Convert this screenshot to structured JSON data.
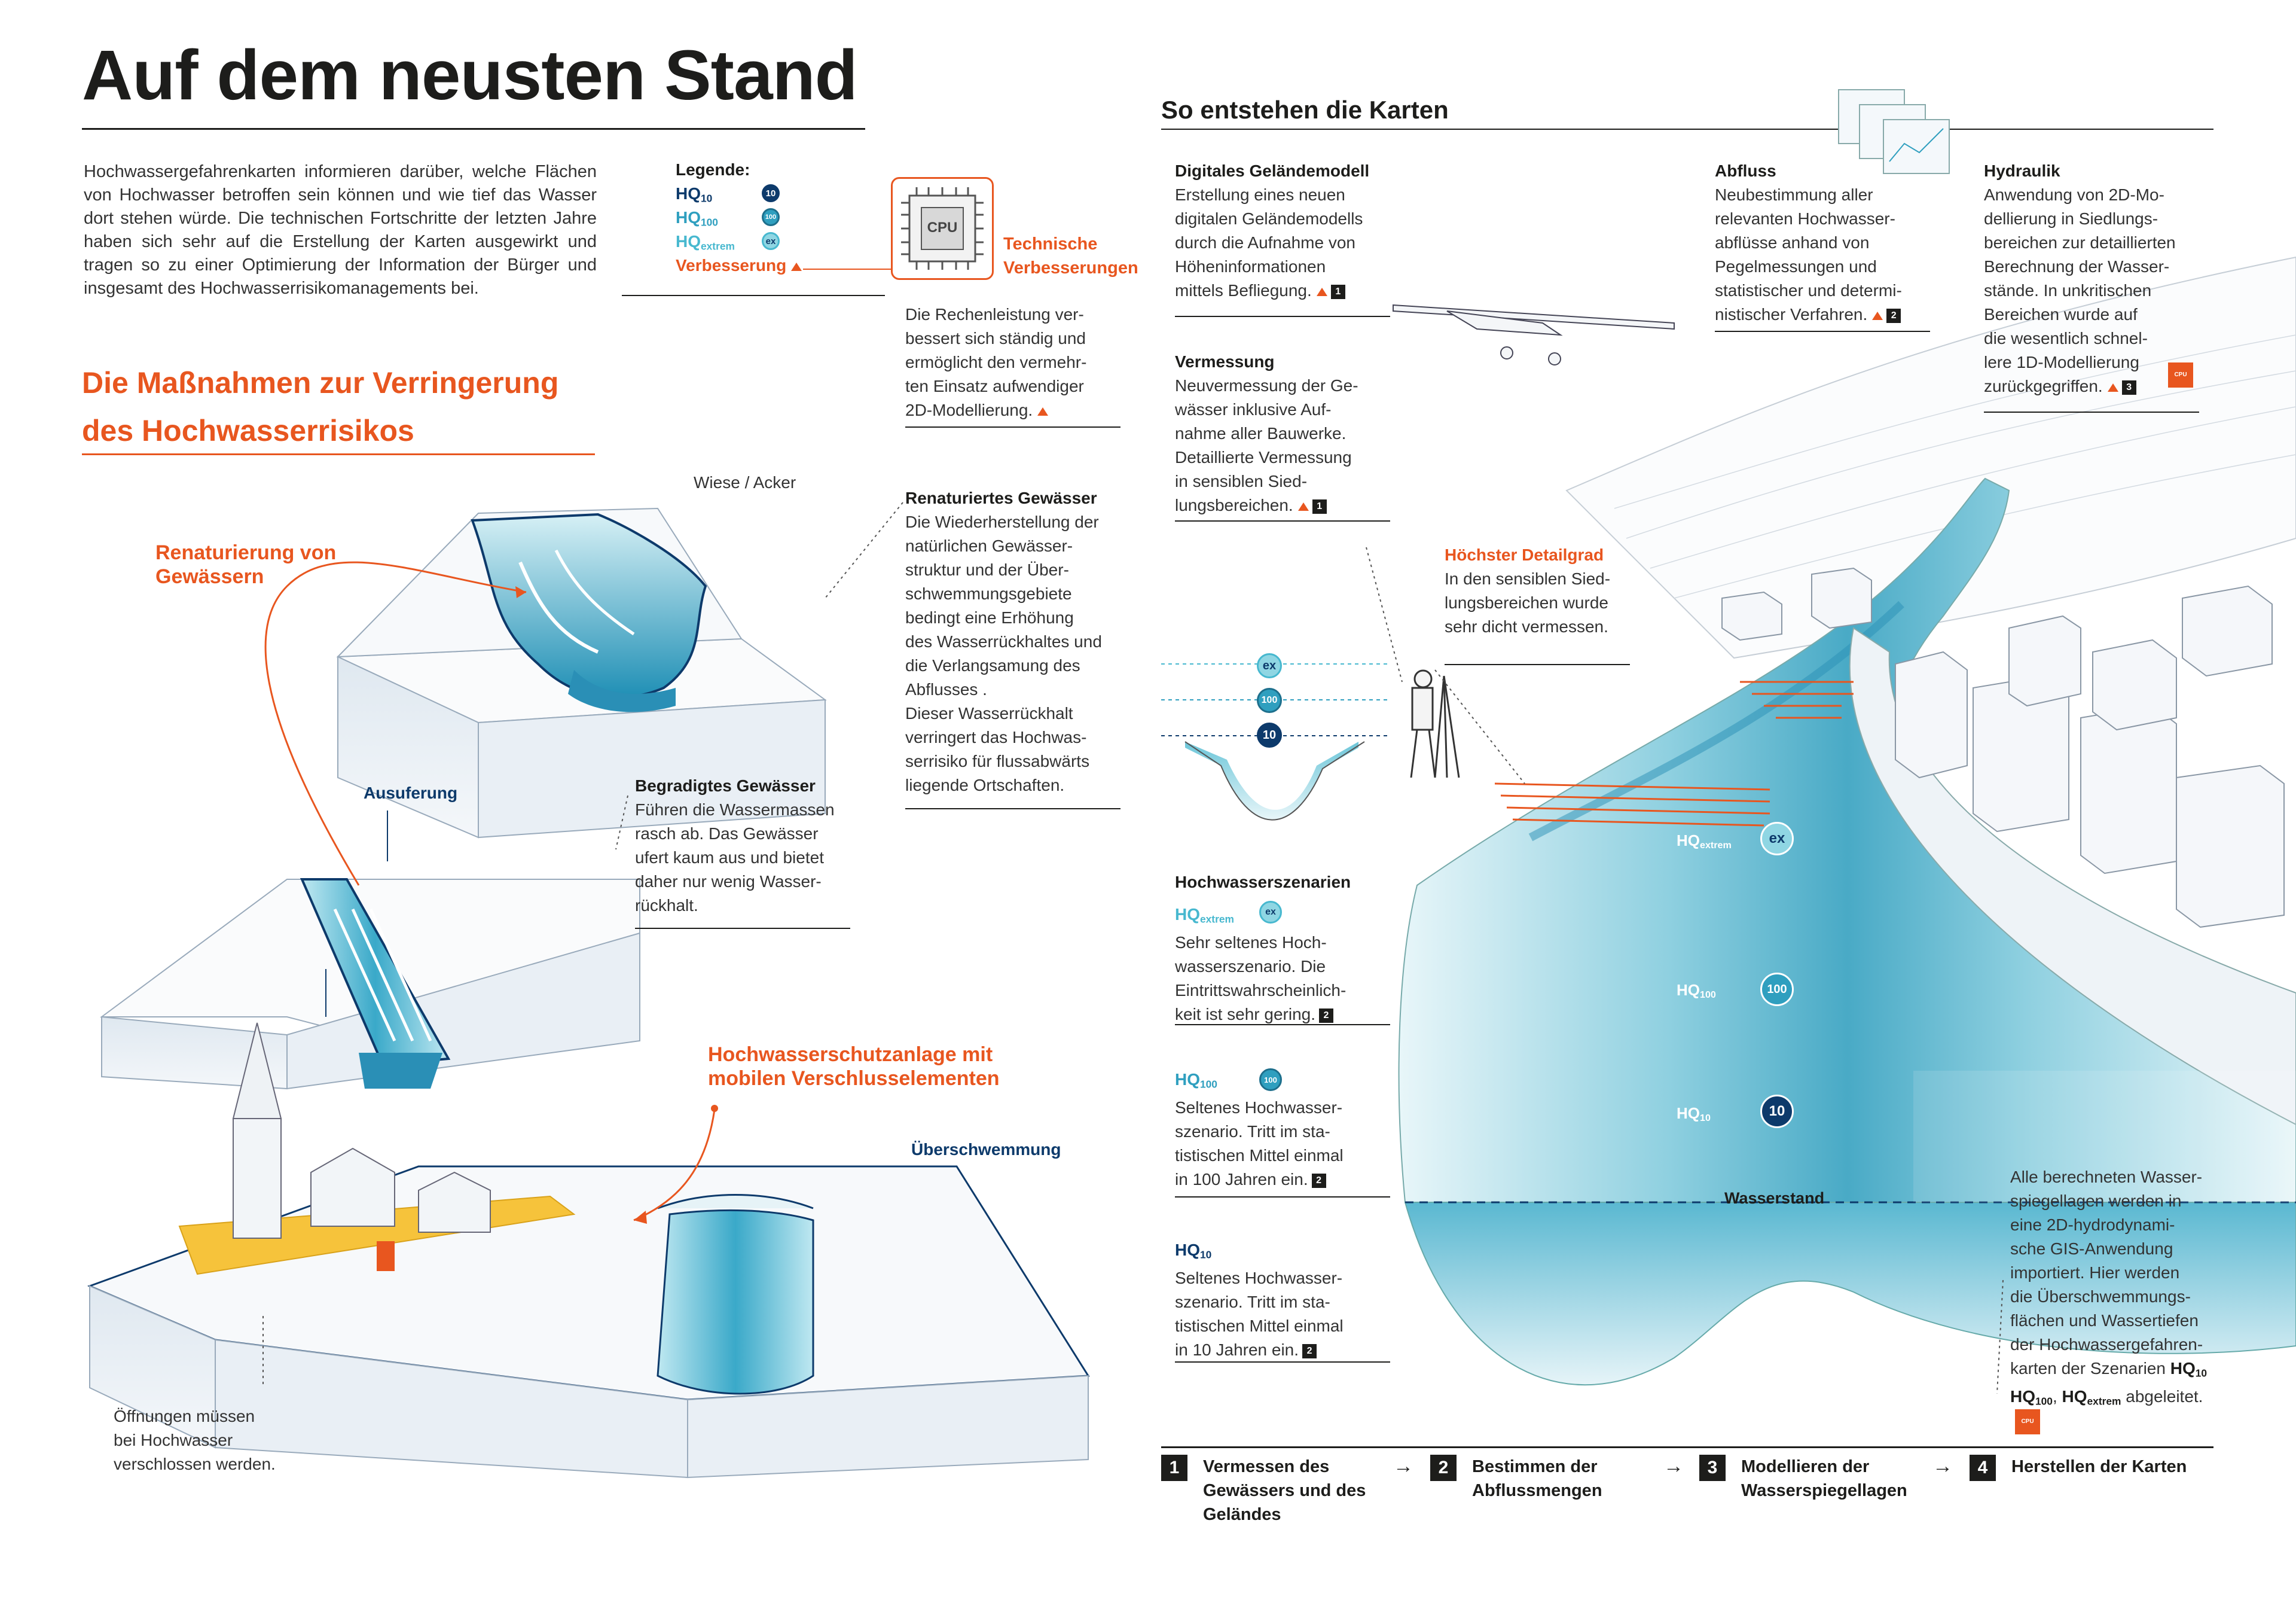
{
  "title": "Auf dem neusten Stand",
  "intro": "Hochwassergefahrenkarten informieren darüber, welche Flächen von Hochwasser betroffen sein können und wie tief das Wasser dort stehen würde. Die technischen Fortschritte der letzten Jahre haben sich sehr auf die Erstellung der Karten ausgewirkt und tragen so zu einer Optimierung der Information der Bürger und insgesamt des Hochwasserrisikomanagements bei.",
  "legend": {
    "title": "Legende:",
    "hq10": {
      "label": "HQ",
      "sub": "10",
      "badge": "10"
    },
    "hq100": {
      "label": "HQ",
      "sub": "100",
      "badge": "100"
    },
    "hqex": {
      "label": "HQ",
      "sub": "extrem",
      "badge": "ex"
    },
    "improvement": "Verbesserung"
  },
  "cpu": {
    "label": "CPU",
    "tech_line1": "Technische",
    "tech_line2": "Verbesserungen",
    "text": [
      "Die Rechenleistung ver-",
      "bessert sich ständig und",
      "ermöglicht den vermehr-",
      "ten Einsatz aufwendiger",
      "2D-Modellierung."
    ]
  },
  "measures": {
    "line1": "Die Maßnahmen zur Verringerung",
    "line2": "des Hochwasserrisikos"
  },
  "left_diagram": {
    "wiese": "Wiese / Acker",
    "renaturierung_line1": "Renaturierung von",
    "renaturierung_line2": "Gewässern",
    "ausuferung": "Ausuferung",
    "renat_title": "Renaturiertes Gewässer",
    "renat_text": [
      "Die Wiederherstellung der",
      "natürlichen Gewässer-",
      "struktur und der Über-",
      "schwemmungsgebiete",
      "bedingt eine Erhöhung",
      "des Wasserrückhaltes und",
      "die Verlangsamung des",
      "Abflusses .",
      "Dieser Wasserrückhalt",
      "verringert das Hochwas-",
      "serrisiko für flussabwärts",
      "liegende Ortschaften."
    ],
    "begr_title": "Begradigtes Gewässer",
    "begr_text": [
      "Führen die Wassermassen",
      "rasch ab. Das Gewässer",
      "ufert kaum aus und bietet",
      "daher nur wenig Wasser-",
      "rückhalt."
    ],
    "schutz_line1": "Hochwasserschutzanlage mit",
    "schutz_line2": "mobilen Verschlusselementen",
    "ueberschwemmung": "Überschwemmung",
    "oeffnungen": [
      "Öffnungen müssen",
      "bei Hochwasser",
      "verschlossen werden."
    ]
  },
  "right": {
    "heading": "So entstehen die Karten",
    "dgm_title": "Digitales Geländemodell",
    "dgm_text": [
      "Erstellung eines neuen",
      "digitalen Geländemodells",
      "durch die Aufnahme von",
      "Höheninformationen",
      "mittels Befliegung."
    ],
    "dgm_badge": "1",
    "verm_title": "Vermessung",
    "verm_text": [
      "Neuvermessung der Ge-",
      "wässer inklusive Auf-",
      "nahme aller Bauwerke.",
      "Detaillierte Vermessung",
      "in sensiblen Sied-",
      "lungsbereichen."
    ],
    "verm_badge": "1",
    "abfluss_title": "Abfluss",
    "abfluss_text": [
      "Neubestimmung aller",
      "relevanten Hochwasser-",
      "abflüsse anhand von",
      "Pegelmessungen und",
      "statistischer und determi-",
      "nistischer Verfahren."
    ],
    "abfluss_badge": "2",
    "hydr_title": "Hydraulik",
    "hydr_text": [
      "Anwendung von 2D-Mo-",
      "dellierung in Siedlungs-",
      "bereichen zur detaillierten",
      "Berechnung der Wasser-",
      "stände. In unkritischen",
      "Bereichen wurde auf",
      "die wesentlich schnel-",
      "lere 1D-Modellierung",
      "zurückgegriffen."
    ],
    "hydr_badge": "3",
    "detail_title": "Höchster Detailgrad",
    "detail_text": [
      "In den sensiblen Sied-",
      "lungsbereichen wurde",
      "sehr dicht vermessen."
    ],
    "szen_title": "Hochwasserszenarien",
    "hqex_label": "HQ",
    "hqex_sub": "extrem",
    "hqex_text": [
      "Sehr seltenes Hoch-",
      "wasserszenario. Die",
      "Eintrittswahrscheinlich-",
      "keit ist sehr gering."
    ],
    "hq100_label": "HQ",
    "hq100_sub": "100",
    "hq100_text": [
      "Seltenes Hochwasser-",
      "szenario. Tritt im sta-",
      "tistischen Mittel einmal",
      "in 100 Jahren ein."
    ],
    "hq10_label": "HQ",
    "hq10_sub": "10",
    "hq10_text": [
      "Seltenes Hochwasser-",
      "szenario. Tritt im sta-",
      "tistischen Mittel einmal",
      "in 10 Jahren ein."
    ],
    "szen_badge": "2",
    "wasserstand": "Wasserstand",
    "alle_text": [
      "Alle berechneten Wasser-",
      "spiegellagen werden in",
      "eine 2D-hydrodynami-",
      "sche GIS-Anwendung",
      "importiert.  Hier werden",
      "die Überschwemmungs-",
      "flächen und Wassertiefen",
      "der Hochwassergefahren-",
      "karten der Szenarien"
    ],
    "alle_end": "abgeleitet.",
    "cpu_small": "CPU",
    "river_hqex": "HQ",
    "river_hqex_sub": "extrem",
    "river_hq100": "HQ",
    "river_hq100_sub": "100",
    "river_hq10": "HQ",
    "river_hq10_sub": "10",
    "badge_ex": "ex",
    "badge_100": "100",
    "badge_10": "10"
  },
  "steps": [
    {
      "num": "1",
      "lines": [
        "Vermessen des",
        "Gewässers und des",
        "Geländes"
      ]
    },
    {
      "num": "2",
      "lines": [
        "Bestimmen der",
        "Abflussmengen"
      ]
    },
    {
      "num": "3",
      "lines": [
        "Modellieren der",
        "Wasserspiegellagen"
      ]
    },
    {
      "num": "4",
      "lines": [
        "Herstellen der Karten"
      ]
    }
  ],
  "colors": {
    "orange": "#e8561f",
    "navy": "#0d3a6b",
    "teal": "#2f9fbf",
    "water": "#5cc0d3"
  }
}
